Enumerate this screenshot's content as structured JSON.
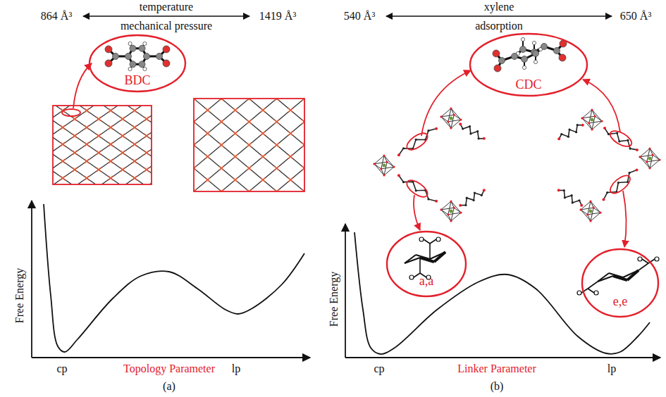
{
  "diagram": {
    "nodes": [
      {
        "text": [
          "BDC"
        ]
      },
      {
        "text": [
          "CDC"
        ]
      },
      {
        "text": [
          "a,a"
        ]
      },
      {
        "text": [
          "e,e"
        ]
      }
    ],
    "labels": [
      "864 Å³",
      "temperature",
      "mechanical pressure",
      "1419 Å³",
      "Free Energy",
      "cp",
      "Topology Parameter",
      "lp",
      "(a)",
      "540 Å³",
      "xylene",
      "adsorption",
      "650 Å³",
      "Free Energy",
      "cp",
      "Linker Parameter",
      "lp",
      "(b)"
    ]
  }
}
